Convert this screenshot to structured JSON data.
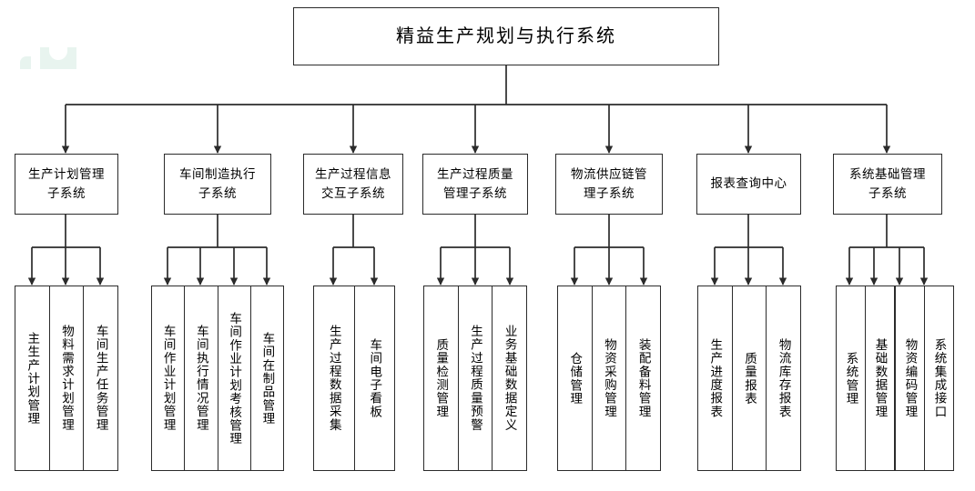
{
  "diagram": {
    "title": "精益生产规划与执行系统",
    "type": "system-architecture-tree",
    "levels": 3,
    "root": {
      "label": "精益生产规划与执行系统"
    },
    "subsystems": [
      {
        "label_lines": [
          "生产计划管理",
          "子系统"
        ],
        "label": "生产计划管理子系统",
        "modules": [
          {
            "label": "主生产计划管理"
          },
          {
            "label": "物料需求计划管理"
          },
          {
            "label": "车间生产任务管理"
          }
        ]
      },
      {
        "label_lines": [
          "车间制造执行",
          "子系统"
        ],
        "label": "车间制造执行子系统",
        "modules": [
          {
            "label": "车间作业计划管理"
          },
          {
            "label": "车间执行情况管理"
          },
          {
            "label": "车间作业计划考核管理"
          },
          {
            "label": "车间在制品管理"
          }
        ]
      },
      {
        "label_lines": [
          "生产过程信息",
          "交互子系统"
        ],
        "label": "生产过程信息交互子系统",
        "modules": [
          {
            "label": "生产过程数据采集"
          },
          {
            "label": "车间电子看板"
          }
        ]
      },
      {
        "label_lines": [
          "生产过程质量",
          "管理子系统"
        ],
        "label": "生产过程质量管理子系统",
        "modules": [
          {
            "label": "质量检测管理"
          },
          {
            "label": "生产过程质量预警"
          },
          {
            "label": "业务基础数据定义"
          }
        ]
      },
      {
        "label_lines": [
          "物流供应链管",
          "理子系统"
        ],
        "label": "物流供应链管理子系统",
        "modules": [
          {
            "label": "仓储管理"
          },
          {
            "label": "物资采购管理"
          },
          {
            "label": "装配备料管理"
          }
        ]
      },
      {
        "label_lines": [
          "报表查询中心"
        ],
        "label": "报表查询中心",
        "modules": [
          {
            "label": "生产进度报表"
          },
          {
            "label": "质量报表"
          },
          {
            "label": "物流库存报表"
          }
        ]
      },
      {
        "label_lines": [
          "系统基础管理",
          "子系统"
        ],
        "label": "系统基础管理子系统",
        "modules": [
          {
            "label": "系统管理"
          },
          {
            "label": "基础数据管理"
          },
          {
            "label": "物资编码管理"
          },
          {
            "label": "系统集成接口"
          }
        ]
      }
    ],
    "colors": {
      "line": "#2b2b2b",
      "background": "#ffffff",
      "text": "#000000",
      "watermark": "#e8f4ef"
    }
  }
}
